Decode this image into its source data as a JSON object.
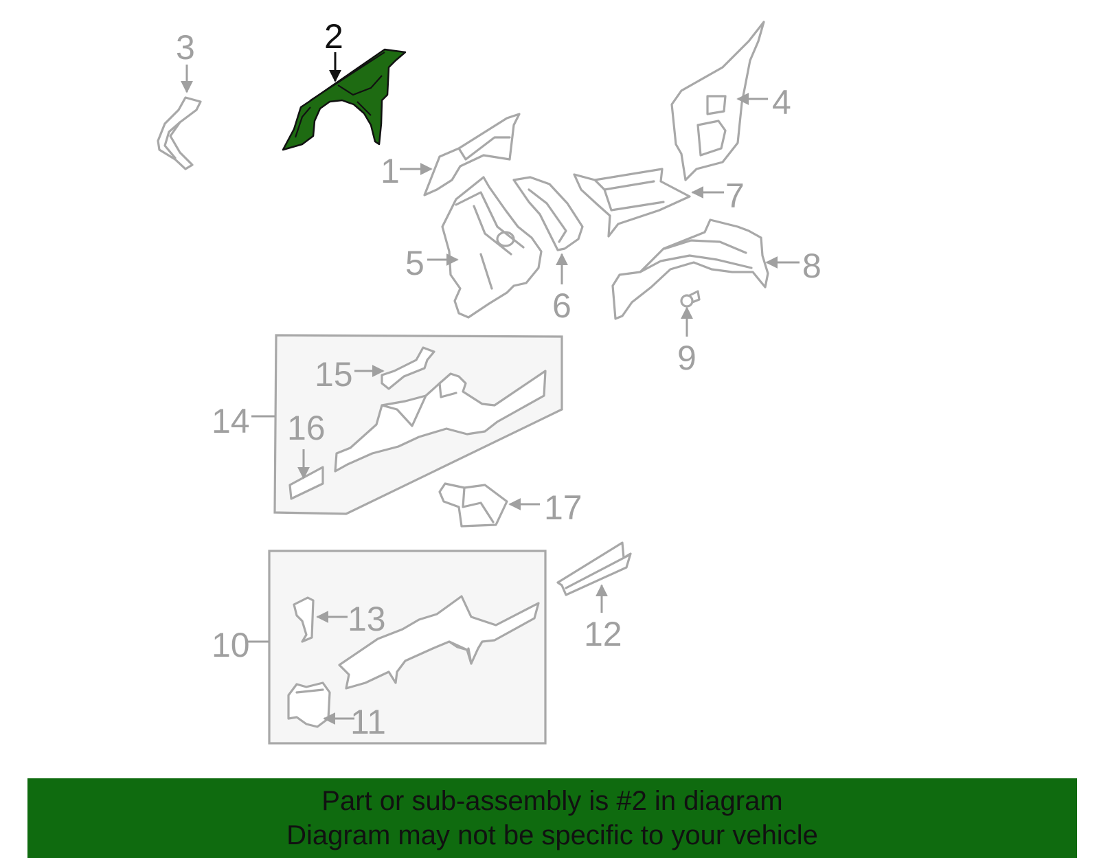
{
  "diagram": {
    "highlight_color": "#1e6b12",
    "line_color": "#a8a8a8",
    "labels": {
      "p1": "1",
      "p2": "2",
      "p3": "3",
      "p4": "4",
      "p5": "5",
      "p6": "6",
      "p7": "7",
      "p8": "8",
      "p9": "9",
      "p10": "10",
      "p11": "11",
      "p12": "12",
      "p13": "13",
      "p14": "14",
      "p15": "15",
      "p16": "16",
      "p17": "17"
    }
  },
  "banner": {
    "line1": "Part or sub-assembly is #2 in diagram",
    "line2": "Diagram may not be specific to your vehicle",
    "color": "#0f6b0f"
  }
}
